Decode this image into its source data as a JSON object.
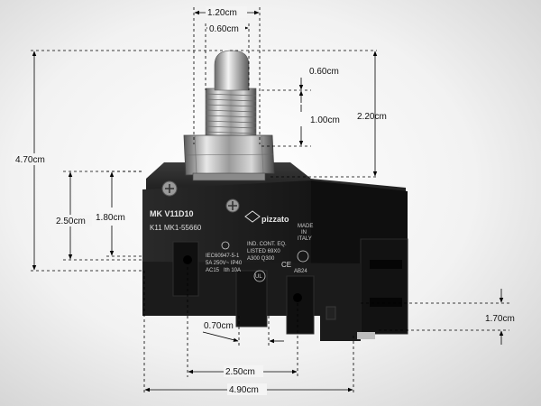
{
  "product": {
    "model": "MK V11D10",
    "code": "K11 MK1-55660",
    "brand": "pizzato",
    "standards": [
      "IEC60947-5-1",
      "5A 250V~ IP40",
      "AC15",
      "Ith 10A"
    ],
    "ind_cont": [
      "IND. CONT. EQ.",
      "LISTED 69X0",
      "A300 Q300"
    ],
    "made_in": [
      "MADE",
      "IN",
      "ITALY"
    ],
    "ab24": "AB24",
    "ce": "CE",
    "ul": "UL"
  },
  "dimensions": {
    "d_1_20": "1.20cm",
    "d_0_60_top": "0.60cm",
    "d_0_60_right": "0.60cm",
    "d_1_00": "1.00cm",
    "d_2_20": "2.20cm",
    "d_4_70": "4.70cm",
    "d_2_50_left": "2.50cm",
    "d_1_80": "1.80cm",
    "d_0_70": "0.70cm",
    "d_2_50_bottom": "2.50cm",
    "d_4_90": "4.90cm",
    "d_1_70": "1.70cm"
  },
  "colors": {
    "body": "#1e1e1e",
    "label": "#262626",
    "metal": "#b8b8b8",
    "dim_line": "#000000"
  }
}
